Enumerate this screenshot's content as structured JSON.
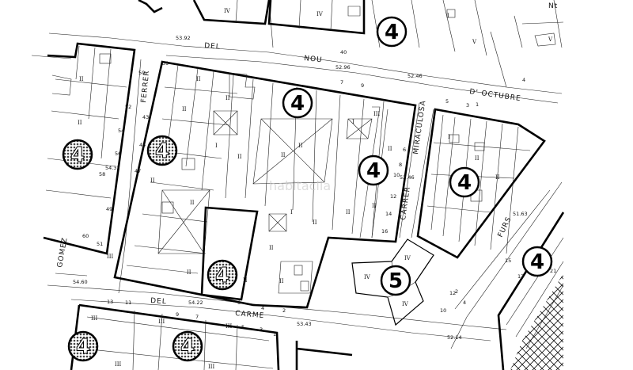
{
  "streets": [
    {
      "id": "del-nou-1",
      "text": "DEL"
    },
    {
      "id": "del-nou-2",
      "text": "NOU"
    },
    {
      "id": "octubre",
      "text": "D' OCTUBRE"
    },
    {
      "id": "ferrer",
      "text": "FERRER"
    },
    {
      "id": "miraculosa",
      "text": "MIRACULOSA"
    },
    {
      "id": "carrer",
      "text": "CARRER"
    },
    {
      "id": "furs",
      "text": "FURS"
    },
    {
      "id": "gomez",
      "text": "GOMEZ"
    },
    {
      "id": "del-carme-1",
      "text": "DEL"
    },
    {
      "id": "del-carme-2",
      "text": "CARME"
    },
    {
      "id": "nc",
      "text": "Nt"
    }
  ],
  "elevations": [
    "53.92",
    "52.96",
    "52.46",
    "54.32",
    "52.46",
    "51.63",
    "54.60",
    "54.22",
    "53.43",
    "52.14"
  ],
  "house_numbers": [
    "40",
    "9",
    "7",
    "4",
    "50",
    "39",
    "52",
    "43",
    "54",
    "45",
    "56",
    "47",
    "49",
    "58",
    "60",
    "51",
    "3",
    "1",
    "5",
    "6",
    "8",
    "10",
    "12",
    "14",
    "16",
    "13",
    "11",
    "9",
    "7",
    "6",
    "4",
    "2",
    "5",
    "3",
    "1",
    "2",
    "4",
    "15",
    "17",
    "19",
    "21",
    "12",
    "10"
  ],
  "levels": [
    "IV",
    "IV",
    "I",
    "V",
    "V",
    "II",
    "II",
    "II",
    "I",
    "II",
    "II",
    "II",
    "II",
    "I",
    "II",
    "I",
    "III",
    "II",
    "II",
    "II",
    "II",
    "I",
    "II",
    "I",
    "II",
    "II",
    "II",
    "III",
    "II",
    "II",
    "IV",
    "IV",
    "IV",
    "III",
    "III",
    "III",
    "III",
    "III",
    "I",
    "II",
    "II",
    "I"
  ],
  "markers": [
    {
      "id": "m1",
      "value": "4",
      "style": "outline"
    },
    {
      "id": "m2",
      "value": "4",
      "style": "outline"
    },
    {
      "id": "m3",
      "value": "4",
      "style": "outline"
    },
    {
      "id": "m4",
      "value": "4",
      "style": "outline"
    },
    {
      "id": "m5",
      "value": "4",
      "style": "outline"
    },
    {
      "id": "m6",
      "value": "4",
      "style": "dotted"
    },
    {
      "id": "m7",
      "value": "4",
      "style": "dotted"
    },
    {
      "id": "m8",
      "value": "4",
      "style": "dotted"
    },
    {
      "id": "m9",
      "value": "4",
      "style": "dotted"
    },
    {
      "id": "m10",
      "value": "4",
      "style": "dotted"
    },
    {
      "id": "m11",
      "value": "5",
      "style": "outline"
    }
  ],
  "watermark": "habitaclia",
  "colors": {
    "line": "#000000",
    "background": "#ffffff",
    "dot_fill": "#555555"
  }
}
